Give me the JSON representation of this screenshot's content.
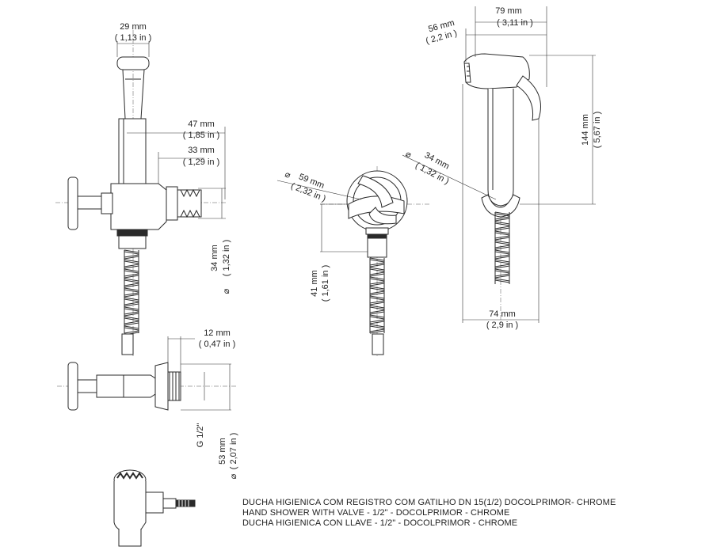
{
  "dimensions": {
    "front_width_mm": "29 mm",
    "front_width_in": "( 1,13 in )",
    "depth_47_mm": "47 mm",
    "depth_47_in": "( 1,85 in )",
    "depth_33_mm": "33 mm",
    "depth_33_in": "( 1,29 in )",
    "hose_dia_mm": "34 mm",
    "hose_dia_in": "( 1,32 in )",
    "thread_12_mm": "12 mm",
    "thread_12_in": "( 0,47 in )",
    "thread_label": "G 1/2\"",
    "flange_dia_mm": "53 mm",
    "flange_dia_in": "( 2,07 in )",
    "handle_dia_mm": "59 mm",
    "handle_dia_in": "( 2,32 in )",
    "height_41_mm": "41 mm",
    "height_41_in": "( 1,61 in )",
    "holder_dia_mm": "34 mm",
    "holder_dia_in": "( 1,32 in )",
    "shower_79_mm": "79 mm",
    "shower_79_in": "( 3,11 in )",
    "shower_56_mm": "56 mm",
    "shower_56_in": "( 2,2 in )",
    "shower_144_mm": "144 mm",
    "shower_144_in": "( 5,67 in )",
    "shower_74_mm": "74 mm",
    "shower_74_in": "( 2,9 in )",
    "diameter_symbol": "⌀"
  },
  "caption": {
    "line_pt": "DUCHA HIGIENICA COM REGISTRO COM GATILHO DN 15(1/2) DOCOLPRIMOR- CHROME",
    "line_en": "HAND SHOWER WITH VALVE - 1/2\" - DOCOLPRIMOR - CHROME",
    "line_es": "DUCHA HIGIENICA CON LLAVE - 1/2\" - DOCOLPRIMOR - CHROME"
  }
}
